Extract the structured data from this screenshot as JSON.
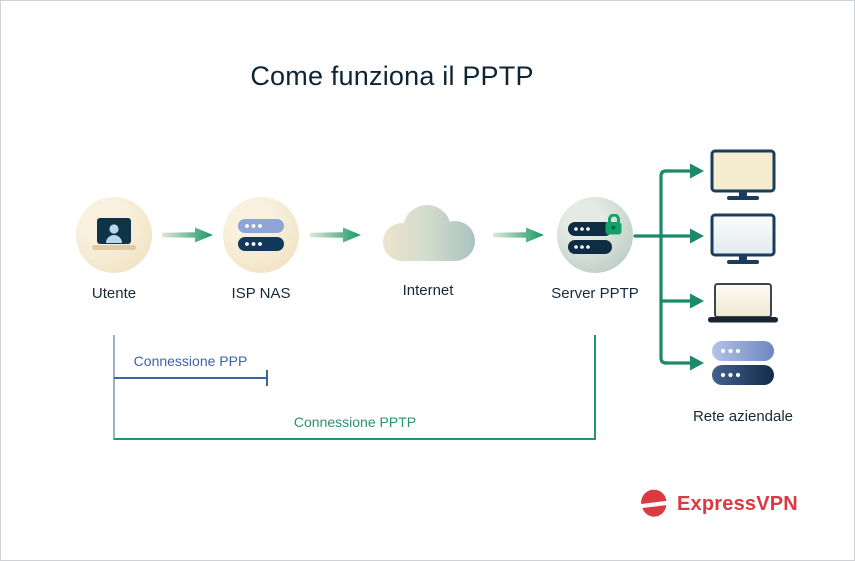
{
  "title": "Come funziona il PPTP",
  "nodes": {
    "utente": {
      "label": "Utente",
      "icon": "laptop-user-icon"
    },
    "isp_nas": {
      "label": "ISP NAS",
      "icon": "server-stack-icon"
    },
    "internet": {
      "label": "Internet",
      "icon": "cloud-icon"
    },
    "server_pptp": {
      "label": "Server PPTP",
      "icon": "server-lock-icon"
    }
  },
  "connections": {
    "ppp": {
      "label": "Connessione PPP",
      "color": "#3d63a8"
    },
    "pptp": {
      "label": "Connessione PPTP",
      "color": "#27946f"
    }
  },
  "corporate_network": {
    "label": "Rete aziendale",
    "devices": [
      "desktop-monitor-icon",
      "desktop-monitor-icon",
      "laptop-icon",
      "server-stack-icon"
    ]
  },
  "logo": {
    "text": "ExpressVPN",
    "color": "#da3a42",
    "icon": "expressvpn-logomark"
  },
  "colors": {
    "background": "#ffffff",
    "title_text": "#0d2433",
    "node_label_text": "#16293a",
    "flow_arrow_green": "#149a63",
    "branch_green": "#1b8a68",
    "circle_beige": "#f3e7cb",
    "circle_gray_green": "#bfcfc8"
  }
}
